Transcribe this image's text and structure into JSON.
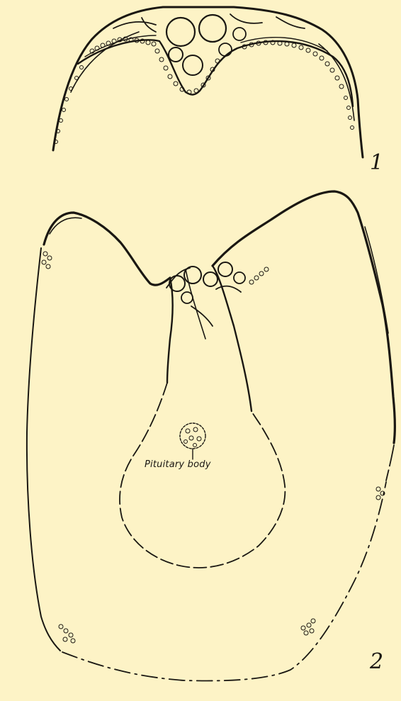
{
  "figure_1": {
    "label": "1"
  },
  "figure_2": {
    "label": "2",
    "annotation": "Pituitary body"
  },
  "colors": {
    "background": "#fdf3c6",
    "ink": "#1a1712"
  }
}
